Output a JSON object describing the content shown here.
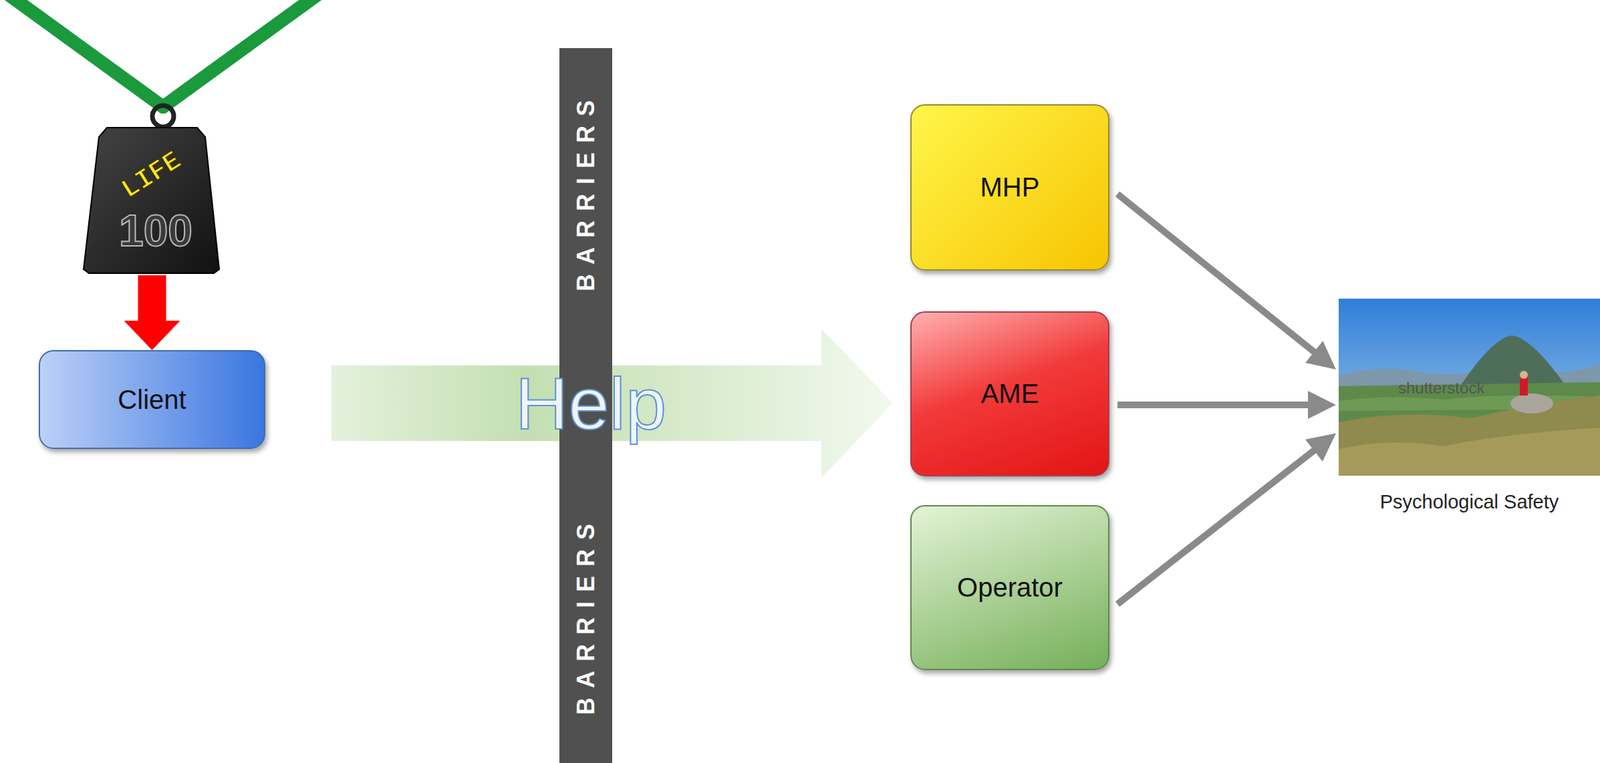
{
  "diagram": {
    "nodes": [
      {
        "text": [
          "LIFE",
          "100"
        ]
      },
      {
        "text": [
          "Client"
        ]
      },
      {
        "text": [
          "Help"
        ]
      },
      {
        "text": [
          "BARRIERS",
          "BARRIERS"
        ]
      },
      {
        "text": [
          "MHP"
        ]
      },
      {
        "text": [
          "AME"
        ]
      },
      {
        "text": [
          "Operator"
        ]
      },
      {
        "text": [
          "Psychological Safety"
        ]
      }
    ],
    "edges": [
      {
        "from": 0,
        "to": 1,
        "arrow": "to"
      },
      {
        "from": 4,
        "to": 7,
        "arrow": "to"
      },
      {
        "from": 5,
        "to": 7,
        "arrow": "to"
      },
      {
        "from": 6,
        "to": 7,
        "arrow": "to"
      }
    ],
    "labels": [
      "shutterstock"
    ]
  }
}
